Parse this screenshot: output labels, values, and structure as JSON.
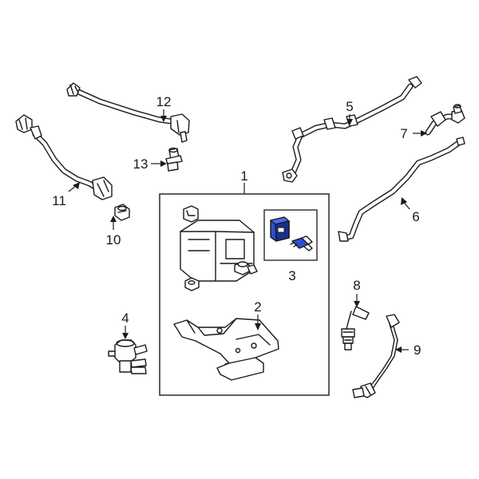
{
  "colors": {
    "line": "#1a1a1a",
    "background": "#ffffff",
    "highlight": "#2c4fd6",
    "highlight_dark": "#1b2f8a"
  },
  "callouts": {
    "c1": "1",
    "c2": "2",
    "c3": "3",
    "c4": "4",
    "c5": "5",
    "c6": "6",
    "c7": "7",
    "c8": "8",
    "c9": "9",
    "c10": "10",
    "c11": "11",
    "c12": "12",
    "c13": "13"
  }
}
